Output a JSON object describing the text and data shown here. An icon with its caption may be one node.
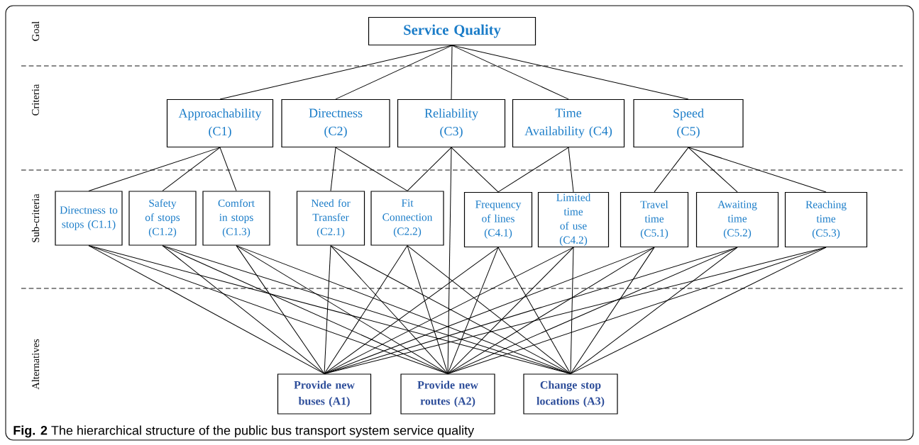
{
  "diagram": {
    "caption": "**Fig. 2** The hierarchical structure of the public bus transport system service quality",
    "nodes": [
      {
        "text": [
          "Service Quality"
        ]
      },
      {
        "text": [
          "Approachability (C1)"
        ]
      },
      {
        "text": [
          "Directness (C2)"
        ]
      },
      {
        "text": [
          "Reliability (C3)"
        ]
      },
      {
        "text": [
          "Time Availability (C4)"
        ]
      },
      {
        "text": [
          "Speed (C5)"
        ]
      },
      {
        "text": [
          "Directness to stops (C1.1)"
        ]
      },
      {
        "text": [
          "Safety of stops (C1.2)"
        ]
      },
      {
        "text": [
          "Comfort in stops (C1.3)"
        ]
      },
      {
        "text": [
          "Need for Transfer (C2.1)"
        ]
      },
      {
        "text": [
          "Fit Connection (C2.2)"
        ]
      },
      {
        "text": [
          "Frequency of lines (C4.1)"
        ]
      },
      {
        "text": [
          "Limited time of use (C4.2)"
        ]
      },
      {
        "text": [
          "Travel time (C5.1)"
        ]
      },
      {
        "text": [
          "Awaiting time (C5.2)"
        ]
      },
      {
        "text": [
          "Reaching time (C5.3)"
        ]
      },
      {
        "text": [
          "Provide new buses (A1)"
        ]
      },
      {
        "text": [
          "Provide new routes (A2)"
        ]
      },
      {
        "text": [
          "Change stop locations (A3)"
        ]
      }
    ],
    "edges": [
      {
        "from": 0,
        "to": 1,
        "arrow": "none"
      },
      {
        "from": 0,
        "to": 2,
        "arrow": "none"
      },
      {
        "from": 0,
        "to": 3,
        "arrow": "none"
      },
      {
        "from": 0,
        "to": 4,
        "arrow": "none"
      },
      {
        "from": 0,
        "to": 5,
        "arrow": "none"
      },
      {
        "from": 1,
        "to": 6,
        "arrow": "none"
      },
      {
        "from": 1,
        "to": 7,
        "arrow": "none"
      },
      {
        "from": 1,
        "to": 8,
        "arrow": "none"
      },
      {
        "from": 2,
        "to": 9,
        "arrow": "none"
      },
      {
        "from": 2,
        "to": 10,
        "arrow": "none"
      },
      {
        "from": 3,
        "to": 10,
        "arrow": "none"
      },
      {
        "from": 3,
        "to": 17,
        "arrow": "none"
      },
      {
        "from": 3,
        "to": 11,
        "arrow": "none"
      },
      {
        "from": 4,
        "to": 11,
        "arrow": "none"
      },
      {
        "from": 4,
        "to": 12,
        "arrow": "none"
      },
      {
        "from": 5,
        "to": 13,
        "arrow": "none"
      },
      {
        "from": 5,
        "to": 14,
        "arrow": "none"
      },
      {
        "from": 5,
        "to": 15,
        "arrow": "none"
      },
      {
        "from": 6,
        "to": 16,
        "arrow": "none"
      },
      {
        "from": 6,
        "to": 17,
        "arrow": "none"
      },
      {
        "from": 6,
        "to": 18,
        "arrow": "none"
      },
      {
        "from": 7,
        "to": 16,
        "arrow": "none"
      },
      {
        "from": 7,
        "to": 17,
        "arrow": "none"
      },
      {
        "from": 7,
        "to": 18,
        "arrow": "none"
      },
      {
        "from": 8,
        "to": 16,
        "arrow": "none"
      },
      {
        "from": 8,
        "to": 17,
        "arrow": "none"
      },
      {
        "from": 8,
        "to": 18,
        "arrow": "none"
      },
      {
        "from": 9,
        "to": 16,
        "arrow": "none"
      },
      {
        "from": 9,
        "to": 17,
        "arrow": "none"
      },
      {
        "from": 9,
        "to": 18,
        "arrow": "none"
      },
      {
        "from": 10,
        "to": 16,
        "arrow": "none"
      },
      {
        "from": 10,
        "to": 17,
        "arrow": "none"
      },
      {
        "from": 10,
        "to": 18,
        "arrow": "none"
      },
      {
        "from": 11,
        "to": 16,
        "arrow": "none"
      },
      {
        "from": 11,
        "to": 17,
        "arrow": "none"
      },
      {
        "from": 11,
        "to": 18,
        "arrow": "none"
      },
      {
        "from": 12,
        "to": 16,
        "arrow": "none"
      },
      {
        "from": 12,
        "to": 17,
        "arrow": "none"
      },
      {
        "from": 12,
        "to": 18,
        "arrow": "none"
      },
      {
        "from": 13,
        "to": 16,
        "arrow": "none"
      },
      {
        "from": 13,
        "to": 17,
        "arrow": "none"
      },
      {
        "from": 13,
        "to": 18,
        "arrow": "none"
      },
      {
        "from": 14,
        "to": 16,
        "arrow": "none"
      },
      {
        "from": 14,
        "to": 17,
        "arrow": "none"
      },
      {
        "from": 14,
        "to": 18,
        "arrow": "none"
      },
      {
        "from": 15,
        "to": 16,
        "arrow": "none"
      },
      {
        "from": 15,
        "to": 17,
        "arrow": "none"
      },
      {
        "from": 15,
        "to": 18,
        "arrow": "none"
      }
    ],
    "labels": [
      "Goal",
      "Criteria",
      "Sub-criteria",
      "Alternatives"
    ]
  }
}
